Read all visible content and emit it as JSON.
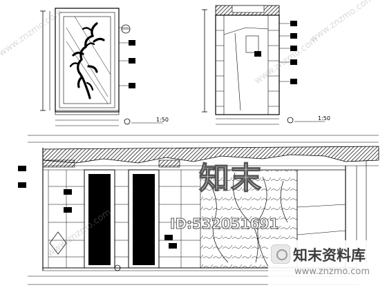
{
  "drawing": {
    "scale_left": "1:50",
    "scale_right": "1:50"
  },
  "watermark": {
    "big": "知末",
    "id": "ID:532051691",
    "brand_name": "知末资料库",
    "brand_url": "www.znzmo.com",
    "diagonal": "www.znzmo.com"
  },
  "colors": {
    "ink": "#000000",
    "hatch": "#000000",
    "watermark_outline": "#555555",
    "brand_text": "#3c3c3c"
  }
}
